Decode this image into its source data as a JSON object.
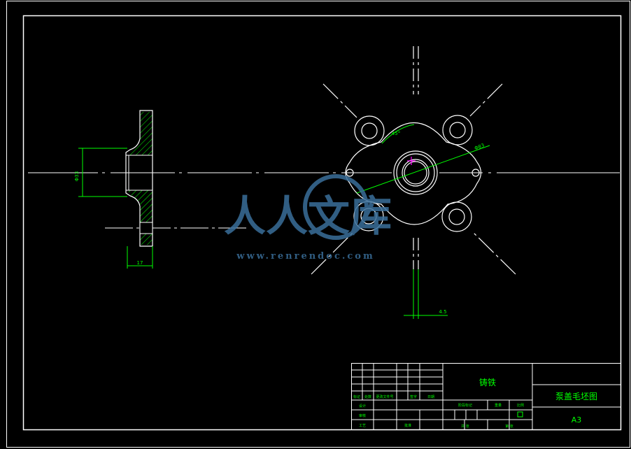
{
  "drawing": {
    "colors": {
      "background": "#000000",
      "line": "#ffffff",
      "dimension": "#00ff00",
      "hatch": "#00ff00",
      "center_mark": "#ff00ff",
      "watermark": "#3a6f9a"
    },
    "dimensions": {
      "side_diameter": "Φ33",
      "side_width": "17",
      "pcd_angle": "45°",
      "pcd_diameter": "Φ83",
      "bottom_offset": "4.5"
    },
    "title_block": {
      "material": "铸铁",
      "drawing_name": "泵盖毛坯图",
      "sheet_size": "A3",
      "rev_headers": [
        "标记",
        "处数",
        "更改文件号",
        "签字",
        "日期"
      ],
      "design_label": "设计",
      "review_label": "审核",
      "craft_label": "工艺",
      "approve_label": "批准",
      "stage_label": "阶段标记",
      "weight_label": "重量",
      "scale_label": "比例",
      "sheet_count_label": "共  张",
      "sheet_no_label": "第  张"
    },
    "watermark": {
      "logo_text": "人人文库",
      "url": "www.renrendoc.com"
    }
  }
}
